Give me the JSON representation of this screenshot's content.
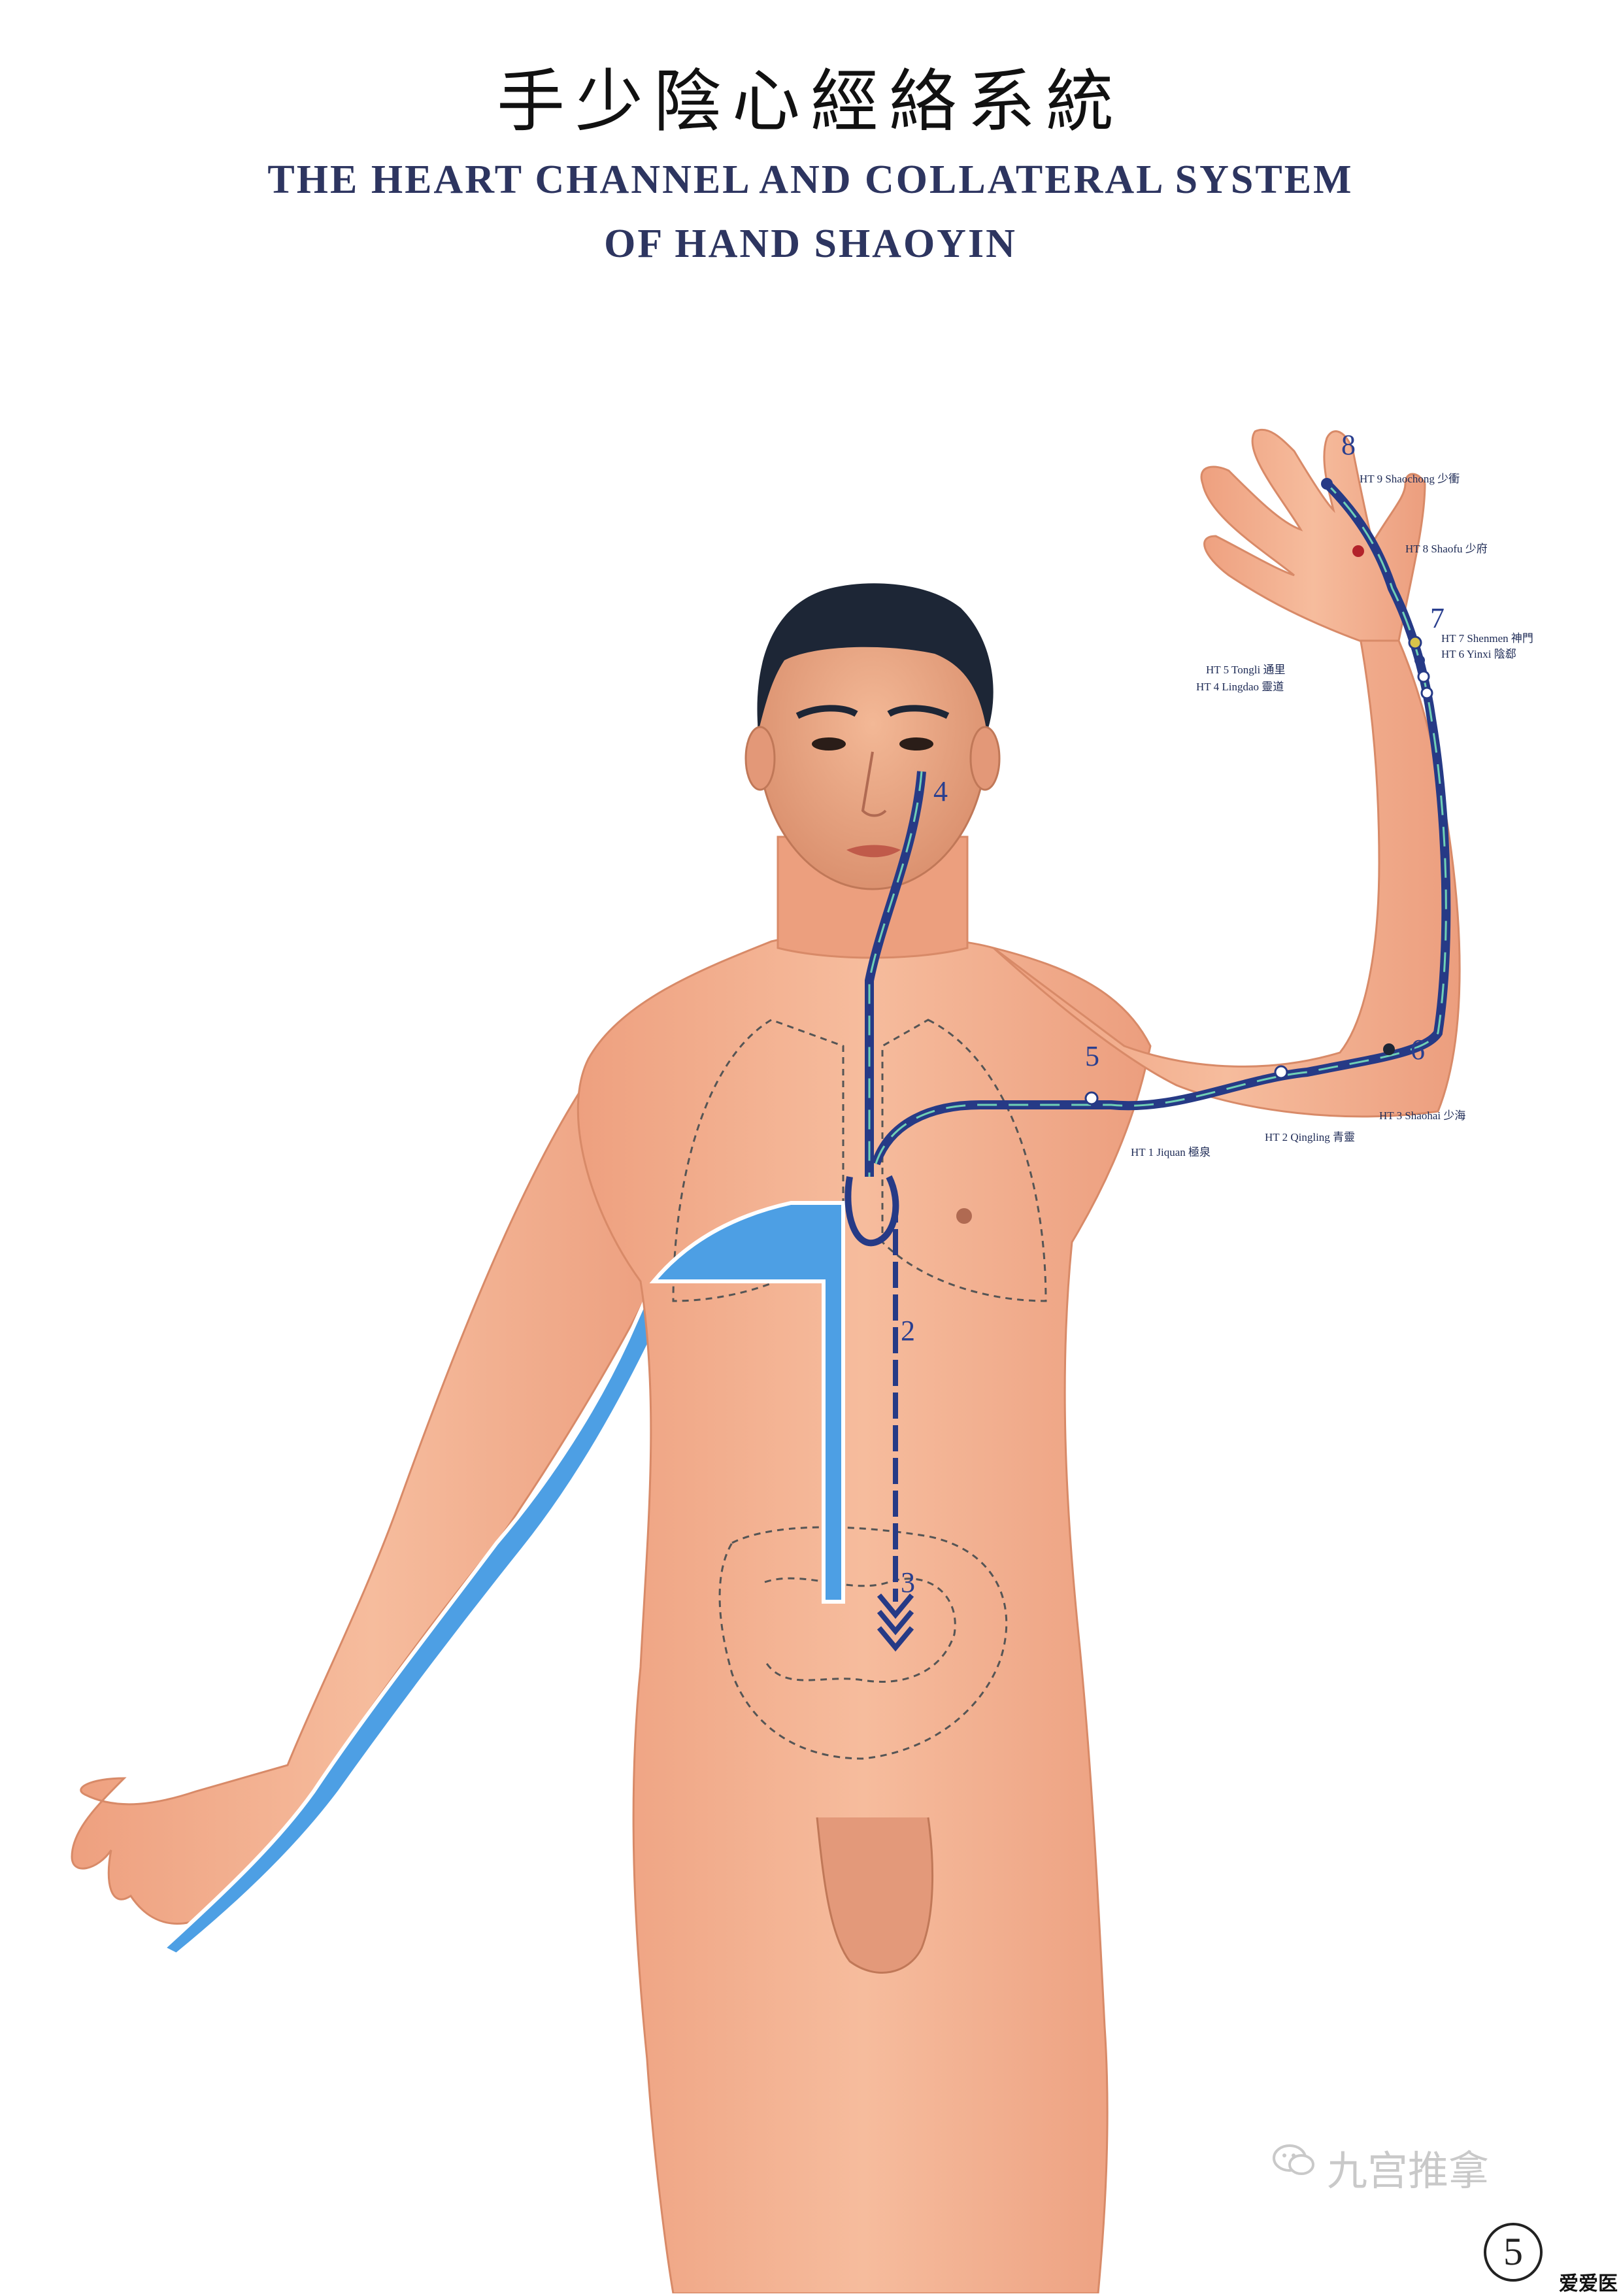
{
  "title_cn": "手少陰心經絡系統",
  "title_en_line1": "THE HEART CHANNEL AND COLLATERAL SYSTEM",
  "title_en_line2": "OF HAND SHAOYIN",
  "points": [
    {
      "label": "HT 9 Shaochong 少衝"
    },
    {
      "label": "HT 8 Shaofu 少府"
    },
    {
      "label": "HT 7 Shenmen 神門"
    },
    {
      "label": "HT 6 Yinxi 陰郄"
    },
    {
      "label": "HT 5 Tongli 通里"
    },
    {
      "label": "HT 4 Lingdao 靈道"
    },
    {
      "label": "HT 3 Shaohai 少海"
    },
    {
      "label": "HT 2 Qingling 青靈"
    },
    {
      "label": "HT 1 Jiquan 極泉"
    }
  ],
  "path_numbers": [
    "2",
    "3",
    "4",
    "5",
    "6",
    "7",
    "8"
  ],
  "watermark": "九宫推拿",
  "page_number": "5",
  "corner_mark": "爱爱医",
  "colors": {
    "skin": "#f2b08d",
    "skin_shadow": "#e69a78",
    "channel_dark": "#263a86",
    "channel_light": "#4a9ee3",
    "hair": "#1d2636",
    "title_en": "#2d3560",
    "acupoint_red": "#b3232b"
  },
  "icons": [
    "wechat-logo-icon"
  ]
}
